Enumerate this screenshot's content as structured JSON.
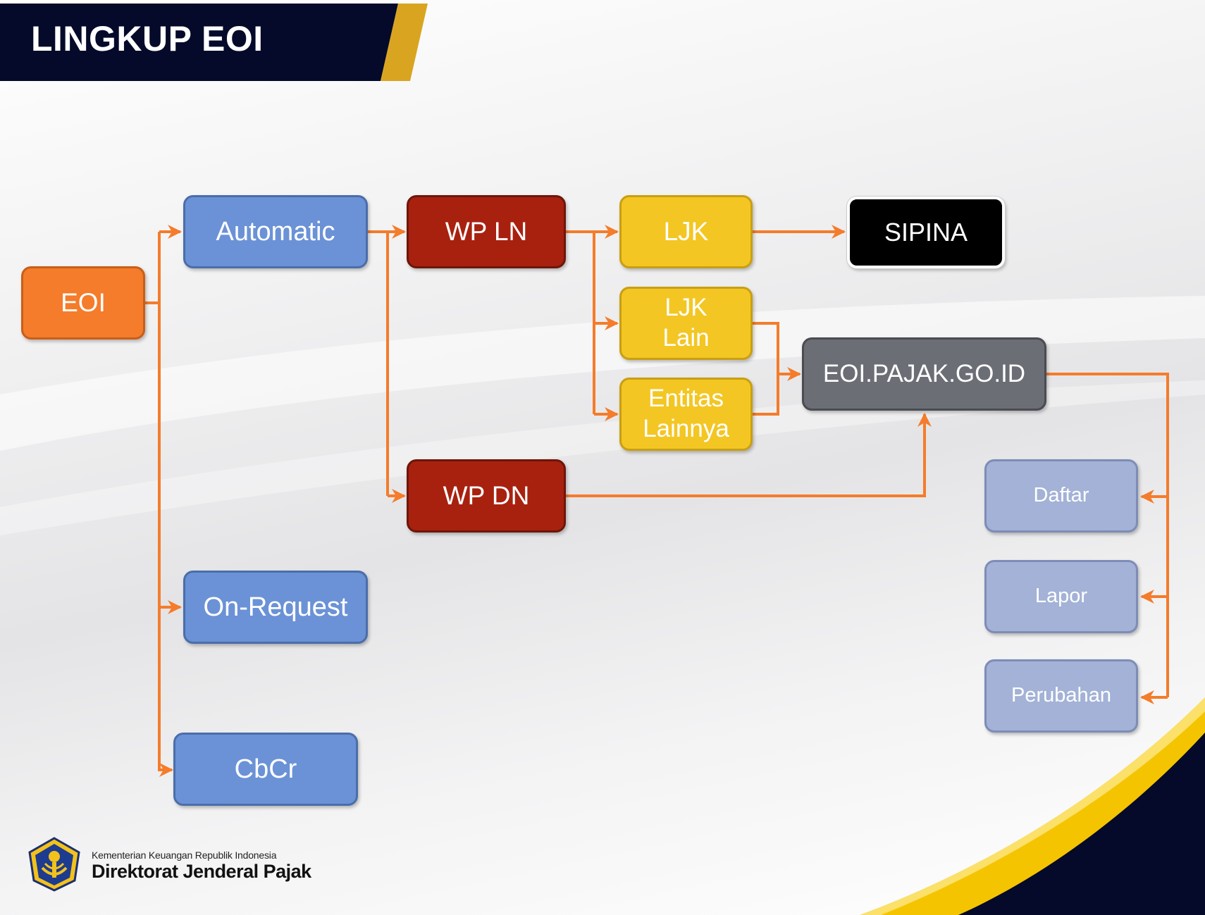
{
  "slide": {
    "title": "LINGKUP EOI",
    "colors": {
      "title_bar": "#050a2a",
      "title_accent": "#d9a520",
      "connector": "#f47c2b",
      "swoosh_gold": "#f5c400",
      "swoosh_navy": "#050a2a"
    }
  },
  "diagram": {
    "nodes": {
      "eoi": "EOI",
      "automatic": "Automatic",
      "on_request": "On-Request",
      "cbcr": "CbCr",
      "wp_ln": "WP LN",
      "wp_dn": "WP DN",
      "ljk": "LJK",
      "ljk_lain": "LJK\nLain",
      "entitas_lainnya": "Entitas\nLainnya",
      "sipina": "SIPINA",
      "eoi_pajak": "EOI.PAJAK.GO.ID",
      "daftar": "Daftar",
      "lapor": "Lapor",
      "perubahan": "Perubahan"
    },
    "edges": [
      [
        "eoi",
        "automatic"
      ],
      [
        "eoi",
        "on_request"
      ],
      [
        "eoi",
        "cbcr"
      ],
      [
        "automatic",
        "wp_ln"
      ],
      [
        "automatic",
        "wp_dn"
      ],
      [
        "wp_ln",
        "ljk"
      ],
      [
        "wp_ln",
        "ljk_lain"
      ],
      [
        "wp_ln",
        "entitas_lainnya"
      ],
      [
        "ljk",
        "sipina"
      ],
      [
        "ljk_lain",
        "eoi_pajak"
      ],
      [
        "entitas_lainnya",
        "eoi_pajak"
      ],
      [
        "wp_dn",
        "eoi_pajak"
      ],
      [
        "eoi_pajak",
        "daftar"
      ],
      [
        "eoi_pajak",
        "lapor"
      ],
      [
        "eoi_pajak",
        "perubahan"
      ]
    ]
  },
  "footer": {
    "ministry": "Kementerian Keuangan Republik Indonesia",
    "directorate": "Direktorat Jenderal Pajak",
    "logo_icon": "djp-logo-icon"
  }
}
